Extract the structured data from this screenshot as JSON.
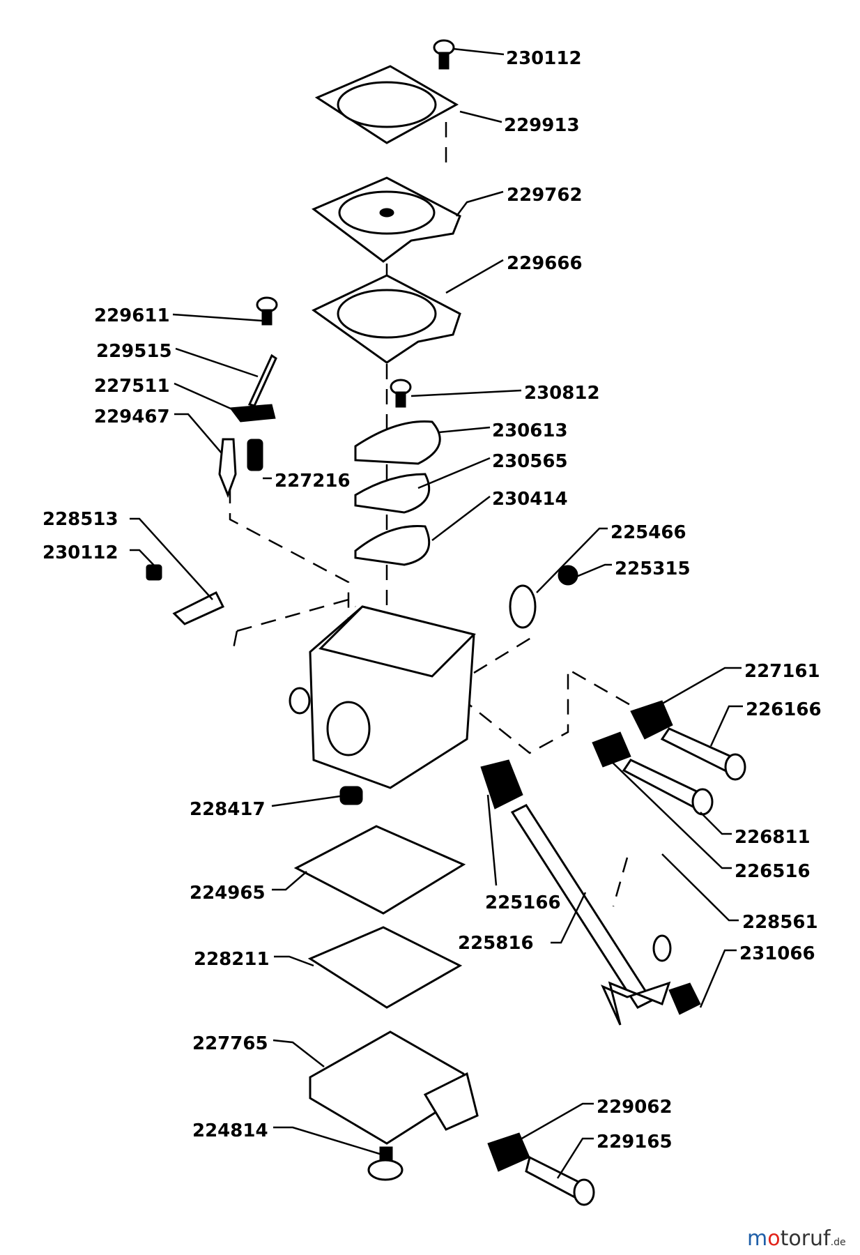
{
  "title": "Carburetor exploded parts diagram",
  "labels": {
    "p230112_top": "230112",
    "p229913": "229913",
    "p229762": "229762",
    "p229666": "229666",
    "p229611": "229611",
    "p229515": "229515",
    "p227511": "227511",
    "p229467": "229467",
    "p227216": "227216",
    "p228513": "228513",
    "p230112_left": "230112",
    "p230812": "230812",
    "p230613": "230613",
    "p230565": "230565",
    "p230414": "230414",
    "p225466": "225466",
    "p225315": "225315",
    "p227161": "227161",
    "p226166": "226166",
    "p226811": "226811",
    "p226516": "226516",
    "p228561": "228561",
    "p231066": "231066",
    "p225166": "225166",
    "p225816": "225816",
    "p228417": "228417",
    "p224965": "224965",
    "p228211": "228211",
    "p227765": "227765",
    "p224814": "224814",
    "p229062": "229062",
    "p229165": "229165"
  },
  "watermark": {
    "brand": "motoruf",
    "tld": ".de",
    "colors": {
      "m": "#1f5fa8",
      "o": "#e2231a",
      "rest": "#333333"
    }
  }
}
